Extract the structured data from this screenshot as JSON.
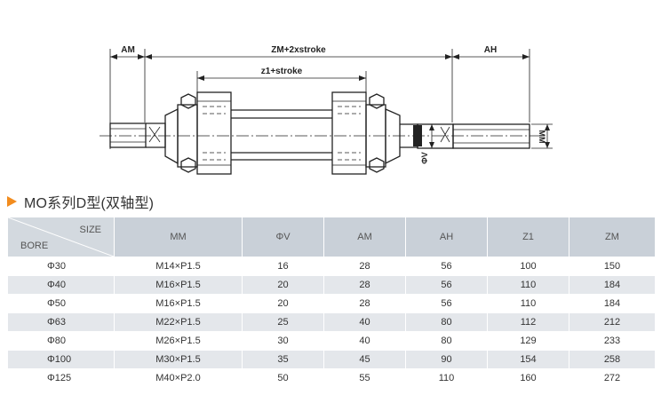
{
  "drawing": {
    "dim_am": "AM",
    "dim_zm": "ZM+2xstroke",
    "dim_ah": "AH",
    "dim_z1": "z1+stroke",
    "dim_v": "ΦV",
    "dim_mm": "MM"
  },
  "section": {
    "title": "MO系列D型(双轴型)"
  },
  "table": {
    "corner_size": "SIZE",
    "corner_bore": "BORE",
    "columns": [
      "MM",
      "ΦV",
      "AM",
      "AH",
      "Z1",
      "ZM"
    ],
    "rows": [
      {
        "bore": "Φ30",
        "mm": "M14×P1.5",
        "v": "16",
        "am": "28",
        "ah": "56",
        "z1": "100",
        "zm": "150"
      },
      {
        "bore": "Φ40",
        "mm": "M16×P1.5",
        "v": "20",
        "am": "28",
        "ah": "56",
        "z1": "110",
        "zm": "184"
      },
      {
        "bore": "Φ50",
        "mm": "M16×P1.5",
        "v": "20",
        "am": "28",
        "ah": "56",
        "z1": "110",
        "zm": "184"
      },
      {
        "bore": "Φ63",
        "mm": "M22×P1.5",
        "v": "25",
        "am": "40",
        "ah": "80",
        "z1": "112",
        "zm": "212"
      },
      {
        "bore": "Φ80",
        "mm": "M26×P1.5",
        "v": "30",
        "am": "40",
        "ah": "80",
        "z1": "129",
        "zm": "233"
      },
      {
        "bore": "Φ100",
        "mm": "M30×P1.5",
        "v": "35",
        "am": "45",
        "ah": "90",
        "z1": "154",
        "zm": "258"
      },
      {
        "bore": "Φ125",
        "mm": "M40×P2.0",
        "v": "50",
        "am": "55",
        "ah": "110",
        "z1": "160",
        "zm": "272"
      }
    ]
  }
}
